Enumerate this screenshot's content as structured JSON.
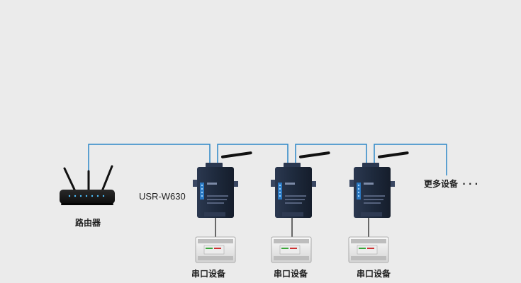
{
  "router": {
    "label": "路由器"
  },
  "model_label": "USR-W630",
  "gateways": [
    {
      "device_label": "串口设备"
    },
    {
      "device_label": "串口设备"
    },
    {
      "device_label": "串口设备"
    }
  ],
  "more_devices_label": "更多设备",
  "ellipsis": "· · ·",
  "colors": {
    "network_line": "#2d87c8",
    "serial_line": "#111111",
    "background": "#ebebeb",
    "device_body": "#1e2a3d"
  },
  "icons": [
    "router-icon",
    "gateway-icon",
    "antenna-icon",
    "plc-device-icon"
  ]
}
